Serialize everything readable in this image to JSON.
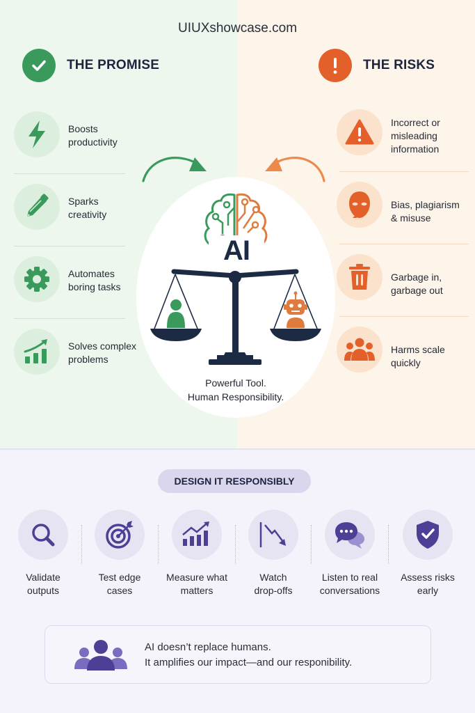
{
  "site": {
    "title": "UIUXshowcase.com"
  },
  "promise": {
    "title": "THE PROMISE",
    "badge_icon": "check-icon",
    "accent": "#3a9a5c",
    "items": [
      {
        "icon": "lightning-icon",
        "line1": "Boosts",
        "line2": "productivity"
      },
      {
        "icon": "pencil-icon",
        "line1": "Sparks",
        "line2": "creativity"
      },
      {
        "icon": "gear-icon",
        "line1": "Automates",
        "line2": "boring tasks"
      },
      {
        "icon": "growth-chart-icon",
        "line1": "Solves complex",
        "line2": "problems"
      }
    ]
  },
  "risks": {
    "title": "THE RISKS",
    "badge_icon": "exclamation-icon",
    "accent": "#e4602a",
    "items": [
      {
        "icon": "warning-triangle-icon",
        "line1": "Incorrect or",
        "line2": "misleading",
        "line3": "information"
      },
      {
        "icon": "masked-face-icon",
        "line1": "Bias, plagiarism",
        "line2": "& misuse"
      },
      {
        "icon": "trash-can-icon",
        "line1": "Garbage in,",
        "line2": "garbage out"
      },
      {
        "icon": "group-icon",
        "line1": "Harms scale",
        "line2": "quickly"
      }
    ]
  },
  "center": {
    "logo_text": "AI",
    "tagline_line1": "Powerful Tool.",
    "tagline_line2": "Human Responsibility."
  },
  "design": {
    "heading": "DESIGN IT RESPONSIBLY",
    "accent": "#4e3f96",
    "steps": [
      {
        "icon": "magnifier-icon",
        "line1": "Validate",
        "line2": "outputs"
      },
      {
        "icon": "target-icon",
        "line1": "Test edge",
        "line2": "cases"
      },
      {
        "icon": "bar-chart-up-icon",
        "line1": "Measure what",
        "line2": "matters"
      },
      {
        "icon": "trend-down-icon",
        "line1": "Watch",
        "line2": "drop-offs"
      },
      {
        "icon": "chat-bubbles-icon",
        "line1": "Listen to real",
        "line2": "conversations"
      },
      {
        "icon": "shield-check-icon",
        "line1": "Assess risks",
        "line2": "early"
      }
    ]
  },
  "footer": {
    "line1": "AI doesn’t replace humans.",
    "line2": "It amplifies our impact—and our responibility."
  }
}
